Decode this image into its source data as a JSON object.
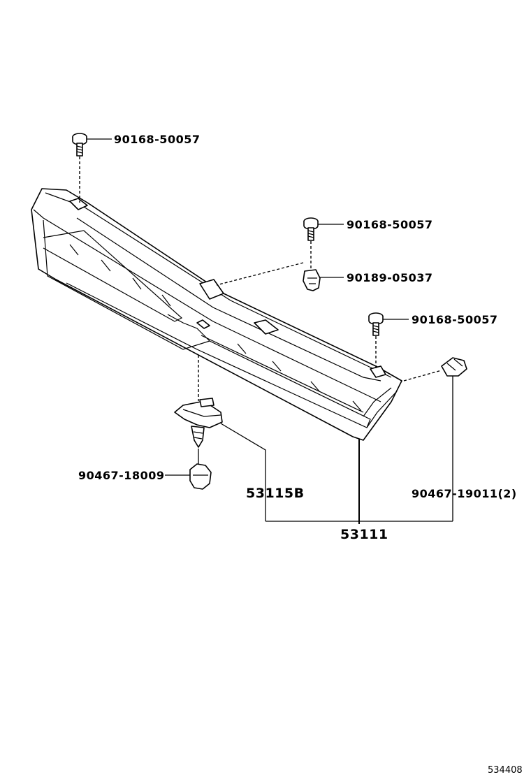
{
  "labels": {
    "bolt_top": "90168-50057",
    "bolt_mid": "90168-50057",
    "nut_mid": "90189-05037",
    "bolt_right": "90168-50057",
    "clip_left": "90467-18009",
    "bracket": "53115B",
    "clip_right": "90467-19011(2)",
    "grille": "53111"
  },
  "reference_number": "534408"
}
